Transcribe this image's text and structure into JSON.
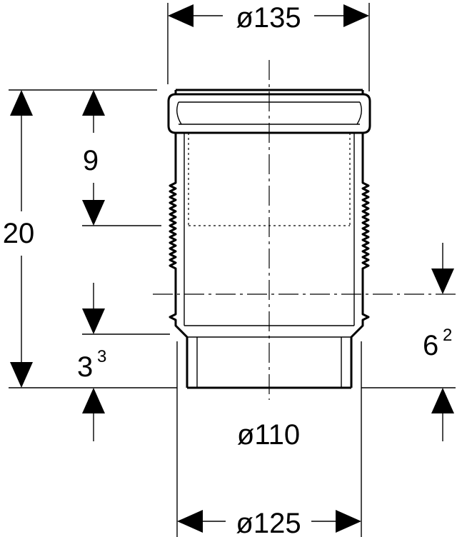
{
  "dimensions": {
    "top_diameter": "ø135",
    "mid_diameter": "ø110",
    "bottom_diameter": "ø125",
    "total_height": "20",
    "upper_height": "9",
    "lower_left": {
      "base": "3",
      "sup": "3"
    },
    "lower_right": {
      "base": "6",
      "sup": "2"
    }
  }
}
